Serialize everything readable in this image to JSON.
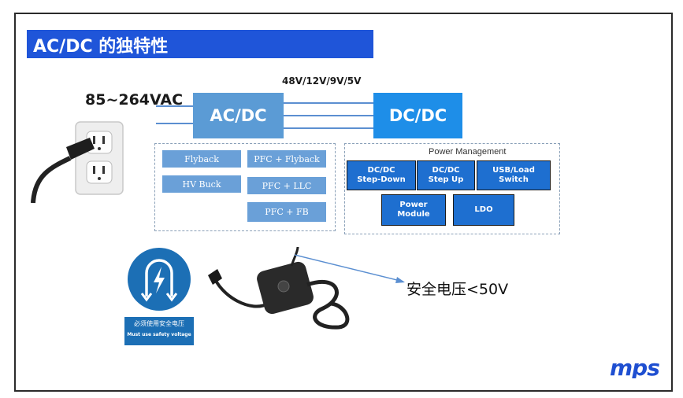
{
  "slide": {
    "title": "AC/DC 的独特性",
    "input_voltage": "85~264VAC",
    "output_voltage": "48V/12V/9V/5V",
    "acdc_label": "AC/DC",
    "dcdc_label": "DC/DC",
    "acdc_options": [
      "Flyback",
      "PFC + Flyback",
      "HV Buck",
      "PFC + LLC",
      "PFC + FB"
    ],
    "power_management": {
      "title": "Power Management",
      "row1": [
        {
          "line1": "DC/DC",
          "line2": "Step-Down"
        },
        {
          "line1": "DC/DC",
          "line2": "Step Up"
        },
        {
          "line1": "USB/Load",
          "line2": "Switch"
        }
      ],
      "row2": [
        {
          "line1": "Power",
          "line2": "Module"
        },
        {
          "line1": "LDO",
          "line2": ""
        }
      ]
    },
    "safety_text": "安全电压<50V",
    "warning_cn": "必须使用安全电压",
    "warning_en": "Must use safety voltage",
    "logo": "mps"
  },
  "colors": {
    "title_bg": "#1f55d9",
    "acdc_bg": "#5b9bd5",
    "dcdc_bg": "#1e8ee8",
    "pm_box_bg": "#1e6fd0",
    "logo": "#1f4fd1"
  }
}
